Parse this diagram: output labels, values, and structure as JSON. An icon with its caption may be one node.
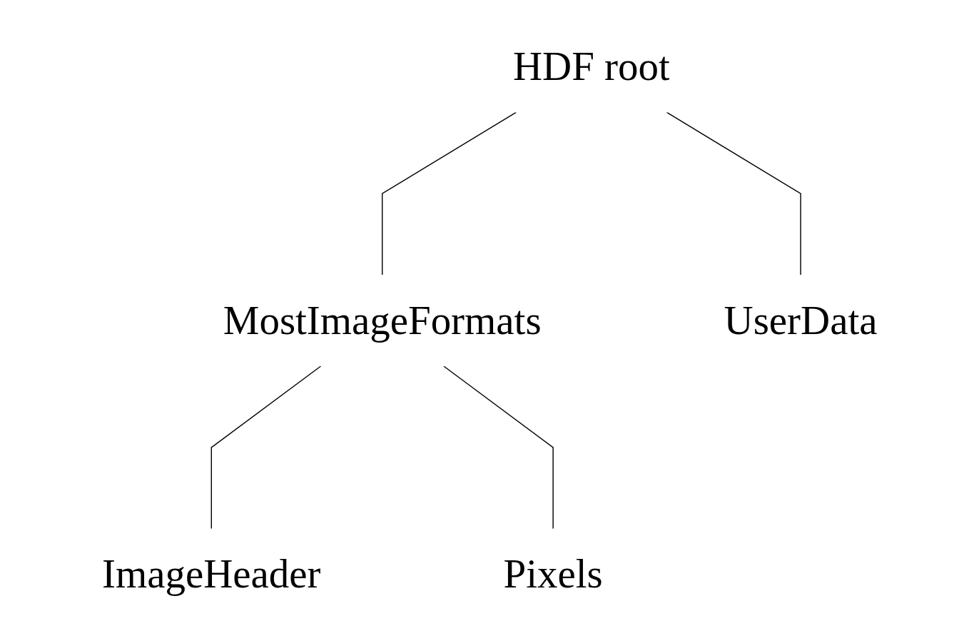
{
  "diagram": {
    "nodes": [
      {
        "text": [
          "HDF root"
        ]
      },
      {
        "text": [
          "MostImageFormats"
        ]
      },
      {
        "text": [
          "UserData"
        ]
      },
      {
        "text": [
          "ImageHeader"
        ]
      },
      {
        "text": [
          "Pixels"
        ]
      }
    ],
    "edges": [
      {
        "from": 0,
        "to": 1,
        "arrow": "none"
      },
      {
        "from": 0,
        "to": 2,
        "arrow": "none"
      },
      {
        "from": 1,
        "to": 3,
        "arrow": "none"
      },
      {
        "from": 1,
        "to": 4,
        "arrow": "none"
      }
    ]
  }
}
